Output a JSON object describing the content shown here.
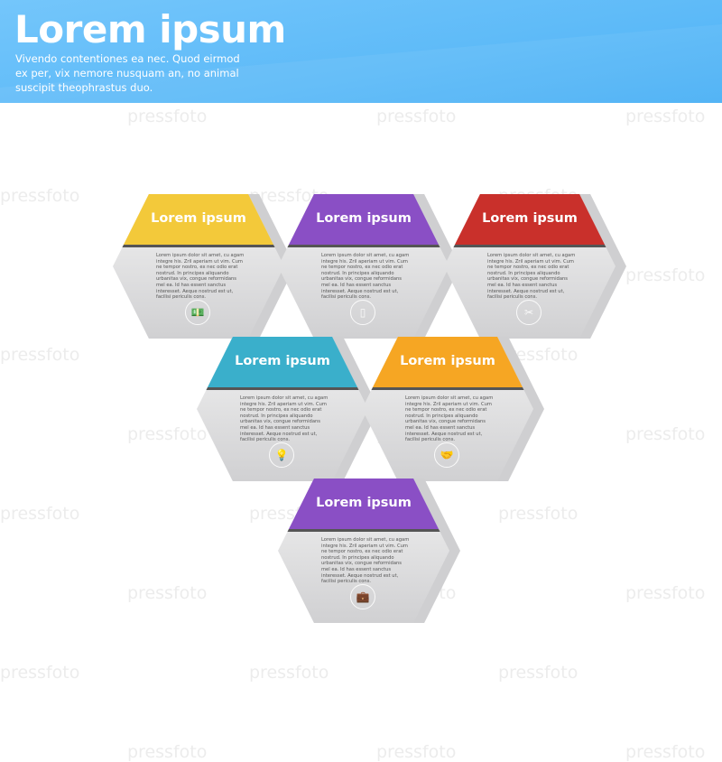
{
  "header": {
    "title": "Lorem ipsum",
    "subtitle": "Vivendo contentiones ea nec. Quod eirmod ex per, vix nemore nusquam an, no animal suscipit theophrastus duo."
  },
  "watermark": "pressfoto",
  "colors": {
    "yellow": "#f3c93a",
    "purple": "#8a4fc5",
    "red": "#c9302b",
    "teal": "#3aafcb",
    "orange": "#f6a623",
    "purple2": "#8a4fc5"
  },
  "cards": [
    {
      "title": "Lorem ipsum",
      "color": "#f3c93a",
      "icon": "money-icon",
      "glyph": "💵",
      "text": "Lorem ipsum dolor sit amet, cu agam integre his. Zril aperiam ut vim. Cum ne tempor nostro, ex nec odio erat nostrud. In principes aliquando urbanitas vix, congue reformidans mel ea. Id has essent sanctus interesset. Aeque nostrud est ut, facilisi periculis cons."
    },
    {
      "title": "Lorem ipsum",
      "color": "#8a4fc5",
      "icon": "tablet-icon",
      "glyph": "▯",
      "text": "Lorem ipsum dolor sit amet, cu agam integre his. Zril aperiam ut vim. Cum ne tempor nostro, ex nec odio erat nostrud. In principes aliquando urbanitas vix, congue reformidans mel ea. Id has essent sanctus interesset. Aeque nostrud est ut, facilisi periculis cons."
    },
    {
      "title": "Lorem ipsum",
      "color": "#c9302b",
      "icon": "puzzle-icon",
      "glyph": "✂",
      "text": "Lorem ipsum dolor sit amet, cu agam integre his. Zril aperiam ut vim. Cum ne tempor nostro, ex nec odio erat nostrud. In principes aliquando urbanitas vix, congue reformidans mel ea. Id has essent sanctus interesset. Aeque nostrud est ut, facilisi periculis cons."
    },
    {
      "title": "Lorem ipsum",
      "color": "#3aafcb",
      "icon": "lightbulb-icon",
      "glyph": "💡",
      "text": "Lorem ipsum dolor sit amet, cu agam integre his. Zril aperiam ut vim. Cum ne tempor nostro, ex nec odio erat nostrud. In principes aliquando urbanitas vix, congue reformidans mel ea. Id has essent sanctus interesset. Aeque nostrud est ut, facilisi periculis cons."
    },
    {
      "title": "Lorem ipsum",
      "color": "#f6a623",
      "icon": "handshake-icon",
      "glyph": "🤝",
      "text": "Lorem ipsum dolor sit amet, cu agam integre his. Zril aperiam ut vim. Cum ne tempor nostro, ex nec odio erat nostrud. In principes aliquando urbanitas vix, congue reformidans mel ea. Id has essent sanctus interesset. Aeque nostrud est ut, facilisi periculis cons."
    },
    {
      "title": "Lorem ipsum",
      "color": "#8a4fc5",
      "icon": "briefcase-icon",
      "glyph": "💼",
      "text": "Lorem ipsum dolor sit amet, cu agam integre his. Zril aperiam ut vim. Cum ne tempor nostro, ex nec odio erat nostrud. In principes aliquando urbanitas vix, congue reformidans mel ea. Id has essent sanctus interesset. Aeque nostrud est ut, facilisi periculis cons."
    }
  ]
}
